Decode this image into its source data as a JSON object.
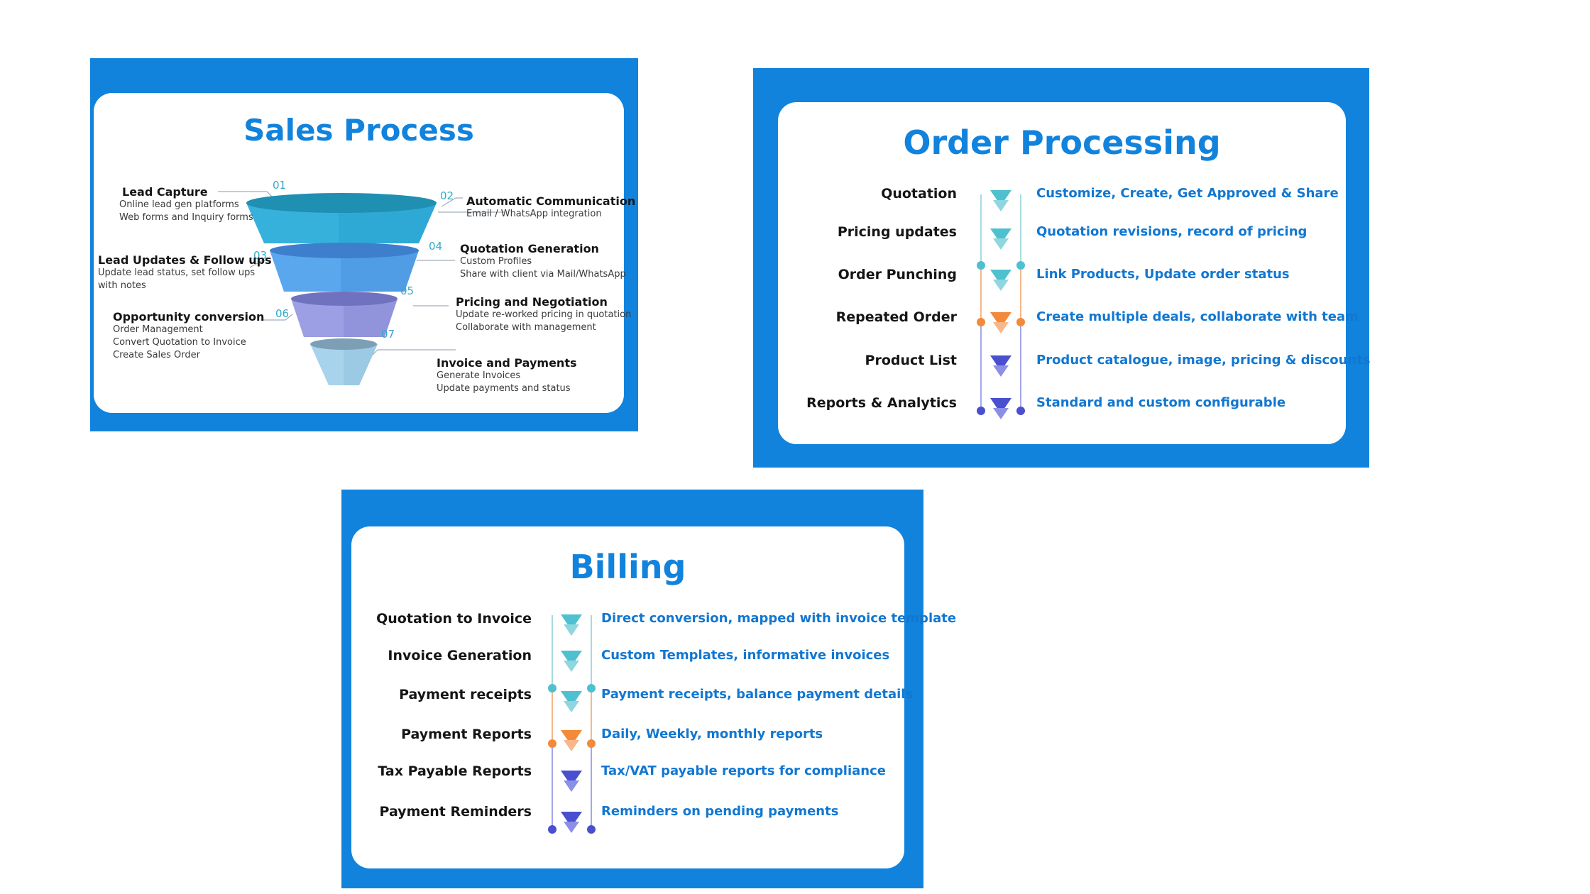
{
  "sales": {
    "title": "Sales Process",
    "stages": [
      {
        "num": "01",
        "title": "Lead Capture",
        "lines": [
          "Online lead gen platforms",
          "Web forms and Inquiry forms"
        ]
      },
      {
        "num": "02",
        "title": "Automatic Communication",
        "lines": [
          "Email / WhatsApp integration"
        ]
      },
      {
        "num": "03",
        "title": "Lead Updates & Follow ups",
        "lines": [
          "Update lead status, set follow ups",
          "with notes"
        ]
      },
      {
        "num": "04",
        "title": "Quotation Generation",
        "lines": [
          "Custom Profiles",
          "Share with client via Mail/WhatsApp"
        ]
      },
      {
        "num": "05",
        "title": "Pricing and Negotiation",
        "lines": [
          "Update re-worked pricing in quotation",
          "Collaborate with management"
        ]
      },
      {
        "num": "06",
        "title": "Opportunity conversion",
        "lines": [
          "Order Management",
          "Convert Quotation to Invoice",
          "Create Sales Order"
        ]
      },
      {
        "num": "07",
        "title": "Invoice and Payments",
        "lines": [
          "Generate Invoices",
          "Update payments and status"
        ]
      }
    ]
  },
  "order": {
    "title": "Order Processing",
    "rows": [
      {
        "label": "Quotation",
        "desc": "Customize, Create, Get Approved & Share"
      },
      {
        "label": "Pricing updates",
        "desc": "Quotation revisions, record of pricing"
      },
      {
        "label": "Order Punching",
        "desc": "Link Products, Update order status"
      },
      {
        "label": "Repeated Order",
        "desc": "Create multiple deals, collaborate with team"
      },
      {
        "label": "Product List",
        "desc": "Product catalogue, image, pricing & discounts"
      },
      {
        "label": "Reports & Analytics",
        "desc": "Standard and custom configurable"
      }
    ]
  },
  "billing": {
    "title": "Billing",
    "rows": [
      {
        "label": "Quotation to Invoice",
        "desc": "Direct conversion, mapped with invoice template"
      },
      {
        "label": "Invoice Generation",
        "desc": "Custom Templates, informative invoices"
      },
      {
        "label": "Payment receipts",
        "desc": "Payment receipts, balance payment details"
      },
      {
        "label": "Payment Reports",
        "desc": "Daily, Weekly, monthly reports"
      },
      {
        "label": "Tax Payable Reports",
        "desc": "Tax/VAT payable reports for compliance"
      },
      {
        "label": "Payment Reminders",
        "desc": "Reminders on pending payments"
      }
    ]
  },
  "colors": {
    "teal": "#4fc0cf",
    "orange": "#f28a3a",
    "indigo": "#4a4fd0",
    "panel": "#1183dd"
  }
}
